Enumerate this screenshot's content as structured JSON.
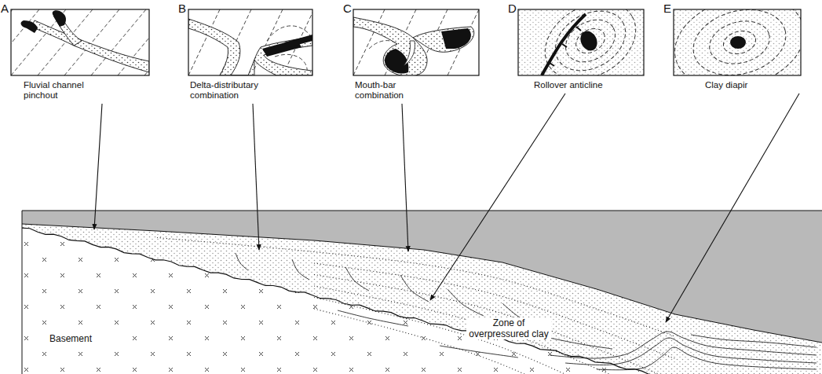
{
  "diagram": {
    "nodes": [
      {
        "text": [
          "A",
          "Fluvial channel pinchout"
        ]
      },
      {
        "text": [
          "B",
          "Delta-distributary combination"
        ]
      },
      {
        "text": [
          "C",
          "Mouth-bar combination"
        ]
      },
      {
        "text": [
          "D",
          "Rollover anticline"
        ]
      },
      {
        "text": [
          "E",
          "Clay diapir"
        ]
      }
    ],
    "labels": [
      "Basement",
      "Zone of overpressured clay"
    ]
  }
}
